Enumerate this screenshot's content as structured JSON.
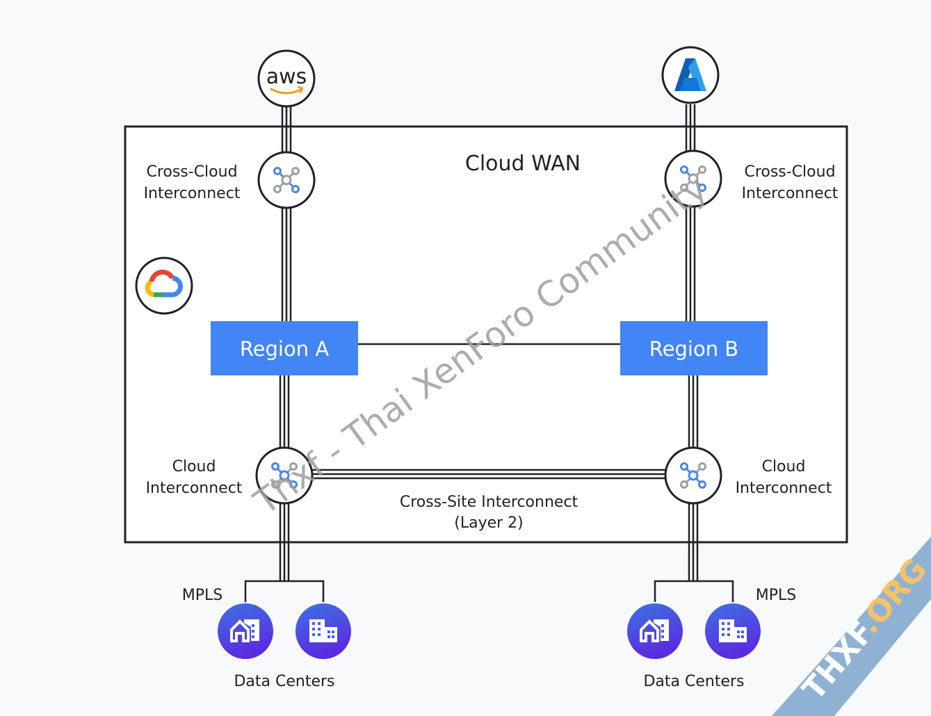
{
  "title": "Cloud WAN",
  "providers": {
    "aws": {
      "label": "aws",
      "name": "AWS"
    },
    "azure": {
      "name": "Azure"
    }
  },
  "cross_cloud_left": [
    "Cross-Cloud",
    "Interconnect"
  ],
  "cross_cloud_right": [
    "Cross-Cloud",
    "Interconnect"
  ],
  "cloud_interconnect_left": [
    "Cloud",
    "Interconnect"
  ],
  "cloud_interconnect_right": [
    "Cloud",
    "Interconnect"
  ],
  "region_a": "Region A",
  "region_b": "Region B",
  "cross_site": [
    "Cross-Site Interconnect",
    "(Layer 2)"
  ],
  "mpls_left": "MPLS",
  "mpls_right": "MPLS",
  "data_centers_left": "Data Centers",
  "data_centers_right": "Data Centers",
  "watermark": "Thxf - Thai XenForo Community",
  "corner_watermark": {
    "part1": "THXF",
    "part2": ".ORG"
  },
  "colors": {
    "region_fill": "#4285f4",
    "datacenter_top": "#3b6fe0",
    "datacenter_bottom": "#5b2ee0",
    "node_blue": "#4a86e8",
    "node_gray": "#9aa0a6",
    "line": "#202124",
    "ribbon": "#8fb2d3",
    "ribbon_accent": "#f5c26b"
  }
}
